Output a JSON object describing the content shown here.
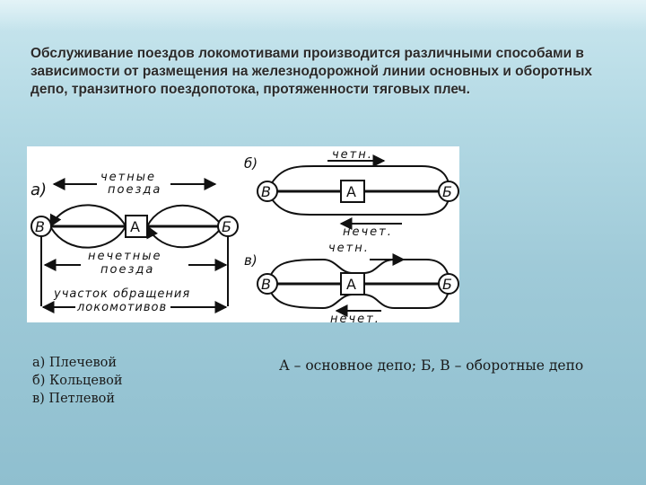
{
  "slide": {
    "title": "Обслуживание поездов локомотивами производится различными способами в зависимости от размещения на железнодорожной линии основных и оборотных депо, транзитного поездопотока, протяженности тяговых плеч."
  },
  "diagram": {
    "a": {
      "label": "а)",
      "top_text_1": "четные",
      "top_text_2": "поезда",
      "bottom_text_1": "нечетные",
      "bottom_text_2": "поезда",
      "node_left": "В",
      "node_center": "А",
      "node_right": "Б",
      "footer_1": "участок обращения",
      "footer_2": "локомотивов"
    },
    "b": {
      "label": "б)",
      "top_text": "четн.",
      "bottom_text": "нечет.",
      "node_left": "В",
      "node_center": "А",
      "node_right": "Б"
    },
    "v": {
      "label": "в)",
      "top_text": "четн.",
      "bottom_text": "нечет.",
      "node_left": "В",
      "node_center": "А",
      "node_right": "Б"
    }
  },
  "captions": {
    "methods": [
      "а) Плечевой",
      "б) Кольцевой",
      "в) Петлевой"
    ],
    "legend": "А – основное депо; Б, В – оборотные депо"
  }
}
